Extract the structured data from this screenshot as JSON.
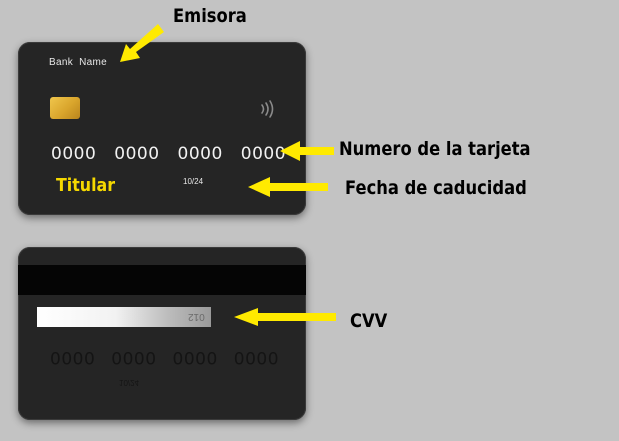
{
  "front_card": {
    "bank_name": "Bank  Name",
    "card_number_groups": [
      "0000",
      "0000",
      "0000",
      "0000"
    ],
    "holder": "Titular",
    "expiry": "10/24",
    "chip_color": "#e0b03a",
    "icons": [
      "chip-icon",
      "contactless-icon"
    ]
  },
  "back_card": {
    "cvv": "012",
    "card_number_groups": [
      "0000",
      "0000",
      "0000",
      "0000"
    ],
    "expiry": "10/24"
  },
  "annotations": {
    "emisora": "Emisora",
    "numero": "Numero de la tarjeta",
    "fecha": "Fecha de caducidad",
    "cvv": "CVV"
  },
  "colors": {
    "background": "#c3c3c3",
    "card": "#252525",
    "arrow": "#ffea00",
    "holder_text": "#f5d800"
  }
}
